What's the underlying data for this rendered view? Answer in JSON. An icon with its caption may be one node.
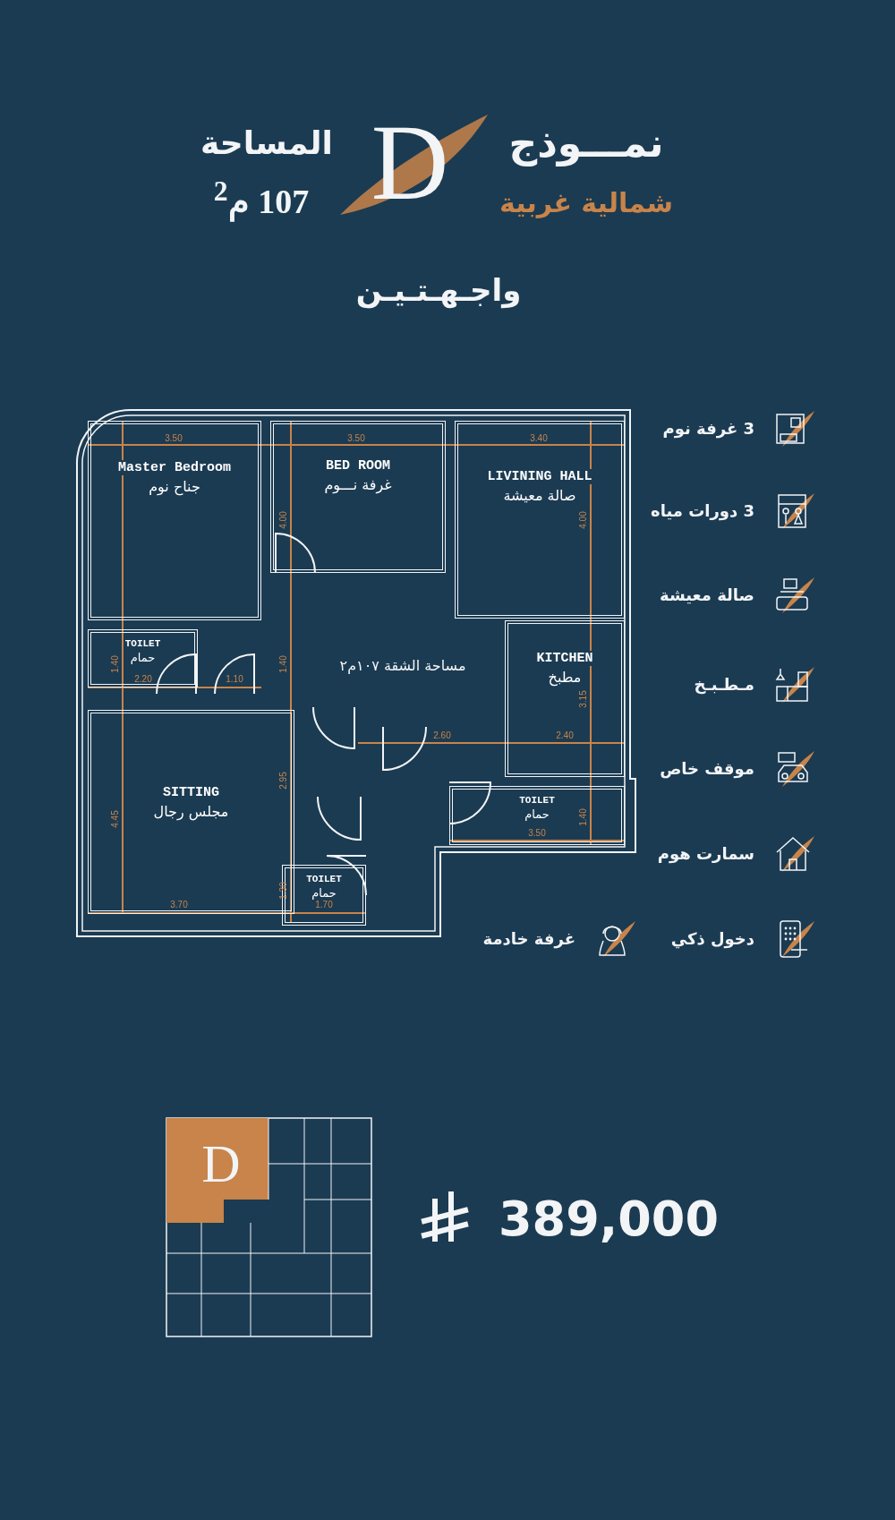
{
  "diagram": {
    "nodes": [
      {
        "text": [
          "Master Bedroom",
          "جناح نوم"
        ]
      },
      {
        "text": [
          "BED ROOM",
          "غرفة نـــوم"
        ]
      },
      {
        "text": [
          "LIVINING HALL",
          "صالة معيشة"
        ]
      },
      {
        "text": [
          "TOILET",
          "حمام"
        ]
      },
      {
        "text": [
          "KITCHEN",
          "مطبخ"
        ]
      },
      {
        "text": [
          "SITTING",
          "مجلس رجال"
        ]
      },
      {
        "text": [
          "TOILET",
          "حمام"
        ]
      },
      {
        "text": [
          "TOILET",
          "حمام"
        ]
      }
    ],
    "labels": [
      "نمـــوذج",
      "شمالية غربية",
      "D",
      "المساحة",
      "107 م$^{2}$",
      "واجـهـتـيـن",
      "مساحة الشقة ١٠٧م٢",
      "3.50",
      "3.50",
      "3.40",
      "4.00",
      "4.00",
      "1.40",
      "2.20",
      "1.10",
      "1.40",
      "3.15",
      "2.60",
      "2.40",
      "2.95",
      "4.45",
      "1.40",
      "3.50",
      "1.30",
      "3.70",
      "1.70",
      "3 غرفة نوم",
      "3 دورات مياه",
      "صالة معيشة",
      "مـطـبـخ",
      "موقف خاص",
      "سمارت هوم",
      "غرفة خادمة",
      "دخول ذكي",
      "389,000",
      "D"
    ]
  }
}
